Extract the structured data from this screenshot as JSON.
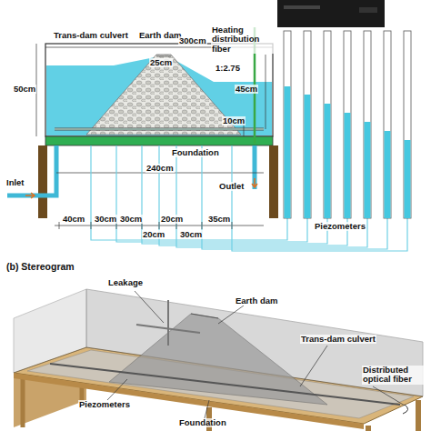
{
  "diagram": {
    "labels": [
      "Trans-dam culvert",
      "Earth dam",
      "Heating distribution fiber",
      "300cm",
      "25cm",
      "1:2.75",
      "50cm",
      "45cm",
      "10cm",
      "Foundation",
      "Inlet",
      "Outlet",
      "240cm",
      "40cm",
      "30cm",
      "30cm",
      "20cm",
      "20cm",
      "30cm",
      "35cm",
      "Piezometers",
      "(b) Stereogram",
      "Leakage",
      "Earth dam",
      "Trans-dam culvert",
      "Distributed optical fiber",
      "Piezometers",
      "Foundation"
    ]
  }
}
